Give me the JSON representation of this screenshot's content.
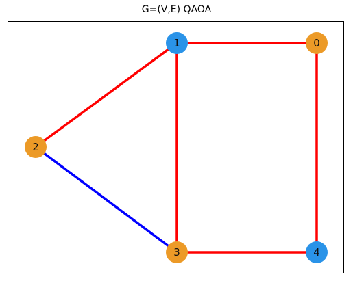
{
  "title": "G=(V,E) QAOA",
  "colors": {
    "cut_edge": "#ff0000",
    "uncut_edge": "#0000ff",
    "partition_a": "#2a93e8",
    "partition_b": "#ec9a27",
    "frame": "#000000"
  },
  "graph": {
    "nodes": [
      {
        "id": "0",
        "label": "0",
        "group": "b"
      },
      {
        "id": "1",
        "label": "1",
        "group": "a"
      },
      {
        "id": "2",
        "label": "2",
        "group": "b"
      },
      {
        "id": "3",
        "label": "3",
        "group": "b"
      },
      {
        "id": "4",
        "label": "4",
        "group": "a"
      }
    ],
    "edges": [
      {
        "source": "1",
        "target": "0",
        "cut": true
      },
      {
        "source": "0",
        "target": "4",
        "cut": true
      },
      {
        "source": "1",
        "target": "2",
        "cut": true
      },
      {
        "source": "1",
        "target": "3",
        "cut": true
      },
      {
        "source": "2",
        "target": "3",
        "cut": false
      },
      {
        "source": "3",
        "target": "4",
        "cut": true
      }
    ]
  }
}
